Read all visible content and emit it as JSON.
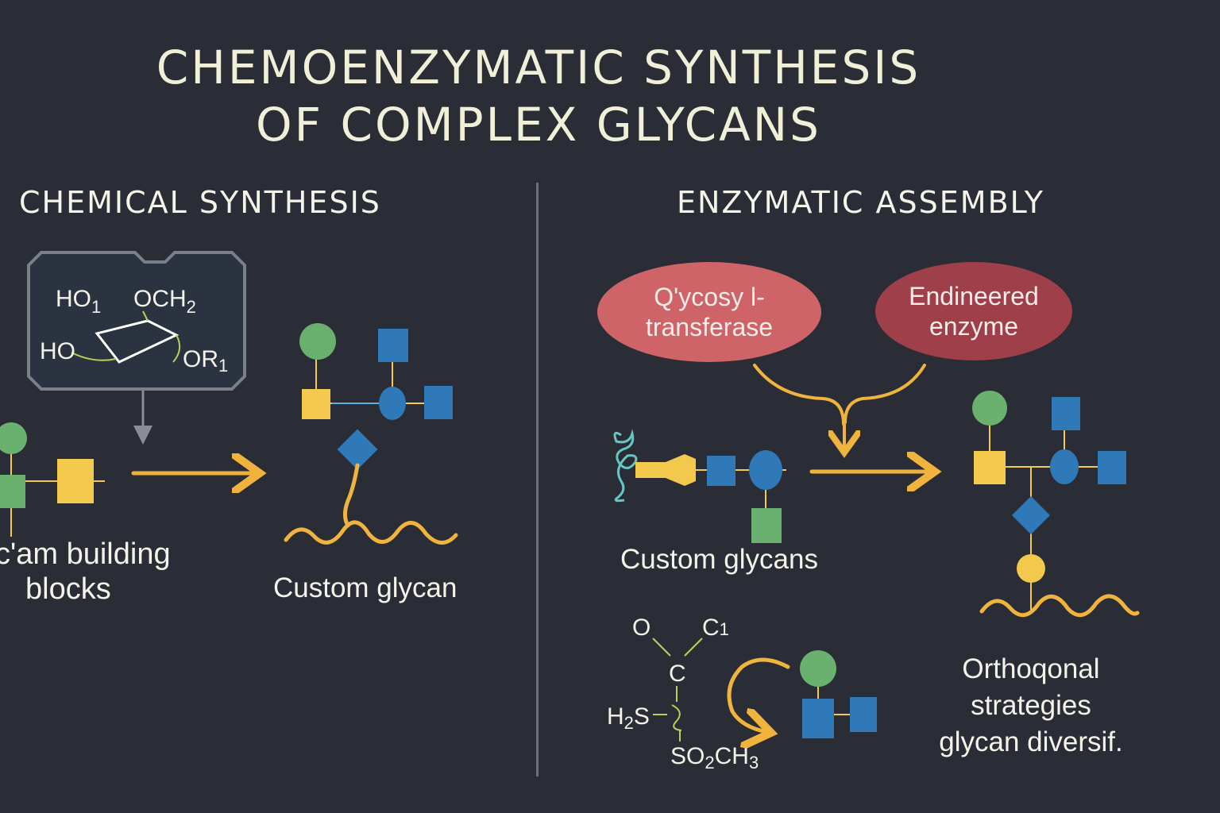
{
  "title": {
    "line1": "CHEMOENZYMATIC SYNTHESIS",
    "line2": "OF COMPLEX GLYCANS"
  },
  "left_panel": {
    "heading": "CHEMICAL SYNTHESIS",
    "molecule_labels": {
      "ho_top": "HO",
      "ho_top_sub": "1",
      "och": "OCH",
      "och_sub": "2",
      "ho_left": "HO",
      "or": "OR",
      "or_sub": "1"
    },
    "building_blocks_label": [
      "c'am building",
      "blocks"
    ],
    "product_label": "Custom glycan"
  },
  "right_panel": {
    "heading": "ENZYMATIC ASSEMBLY",
    "enzyme_1": [
      "Q'ycosy l-",
      "transferase"
    ],
    "enzyme_2": [
      "Endineered",
      "enzyme"
    ],
    "custom_glycans_label": "Custom glycans",
    "reagent_labels": {
      "o": "O",
      "c1": "C",
      "c1_suffix": "1",
      "c": "C",
      "h2s": "H",
      "h2s_sub": "2",
      "h2s_suffix": "S",
      "so2ch3": "SO",
      "so2ch3_sub1": "2",
      "so2ch3_mid": "CH",
      "so2ch3_sub2": "3"
    },
    "orthogonal_label": [
      "Orthoqonal",
      "strategies",
      "glycan diversif."
    ]
  },
  "colors": {
    "background": "#2a2d35",
    "green": "#6ab06e",
    "yellow": "#f2c94c",
    "blue": "#2f79b9",
    "orange_arrow": "#f0b33e",
    "enzyme_1": "#cf6468",
    "enzyme_2": "#9e3f49"
  }
}
